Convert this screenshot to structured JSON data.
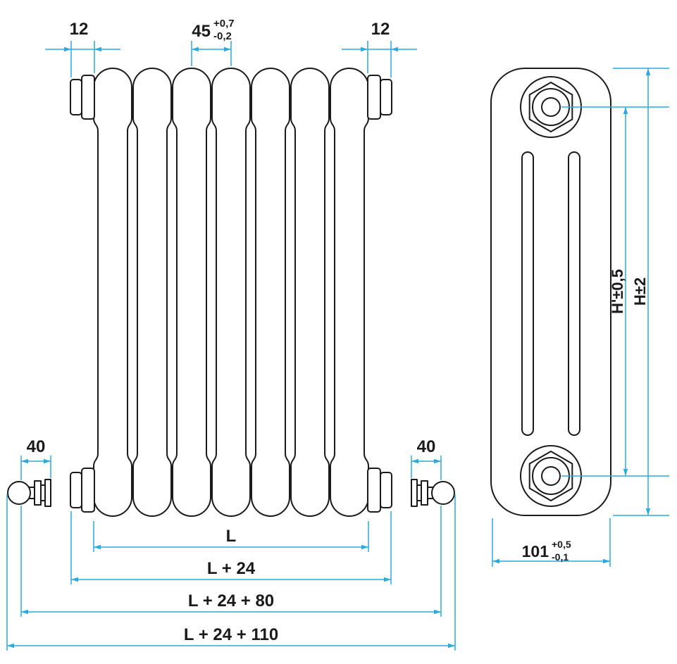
{
  "diagram": {
    "colors": {
      "dimension": "#29ABE2",
      "line": "#1A1A1A"
    },
    "dims": {
      "cap_left": "12",
      "cap_right": "12",
      "pitch": {
        "value": "45",
        "tol_plus": "+0,7",
        "tol_minus": "-0,2"
      },
      "valve_left": "40",
      "valve_right": "40",
      "length": "L",
      "length_caps": "L + 24",
      "length_valves": "L + 24 + 80",
      "length_total": "L + 24 + 110",
      "height_axis": "H'±0,5",
      "height_overall": "H±2",
      "depth": {
        "value": "101",
        "tol_plus": "+0,5",
        "tol_minus": "-0,1"
      }
    }
  }
}
